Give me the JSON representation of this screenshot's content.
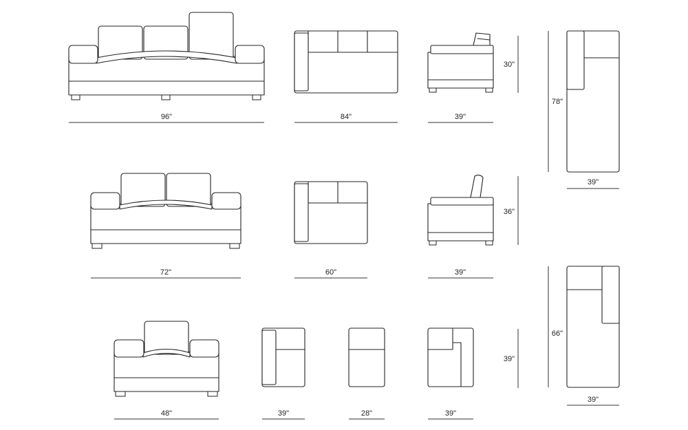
{
  "dimensions": {
    "row1": {
      "sofa": "96\"",
      "chaise_sofa": "84\"",
      "side": "39\"",
      "height": "30\""
    },
    "row2": {
      "sofa": "72\"",
      "chaise_sofa": "60\"",
      "side": "39\"",
      "height": "36\""
    },
    "row3": {
      "chair": "48\"",
      "arm_module": "39\"",
      "armless_module": "28\"",
      "corner_module": "39\"",
      "height": "39\""
    },
    "chaise_long": {
      "length": "78\"",
      "width": "39\""
    },
    "chaise_short": {
      "length": "66\"",
      "width": "39\""
    }
  }
}
